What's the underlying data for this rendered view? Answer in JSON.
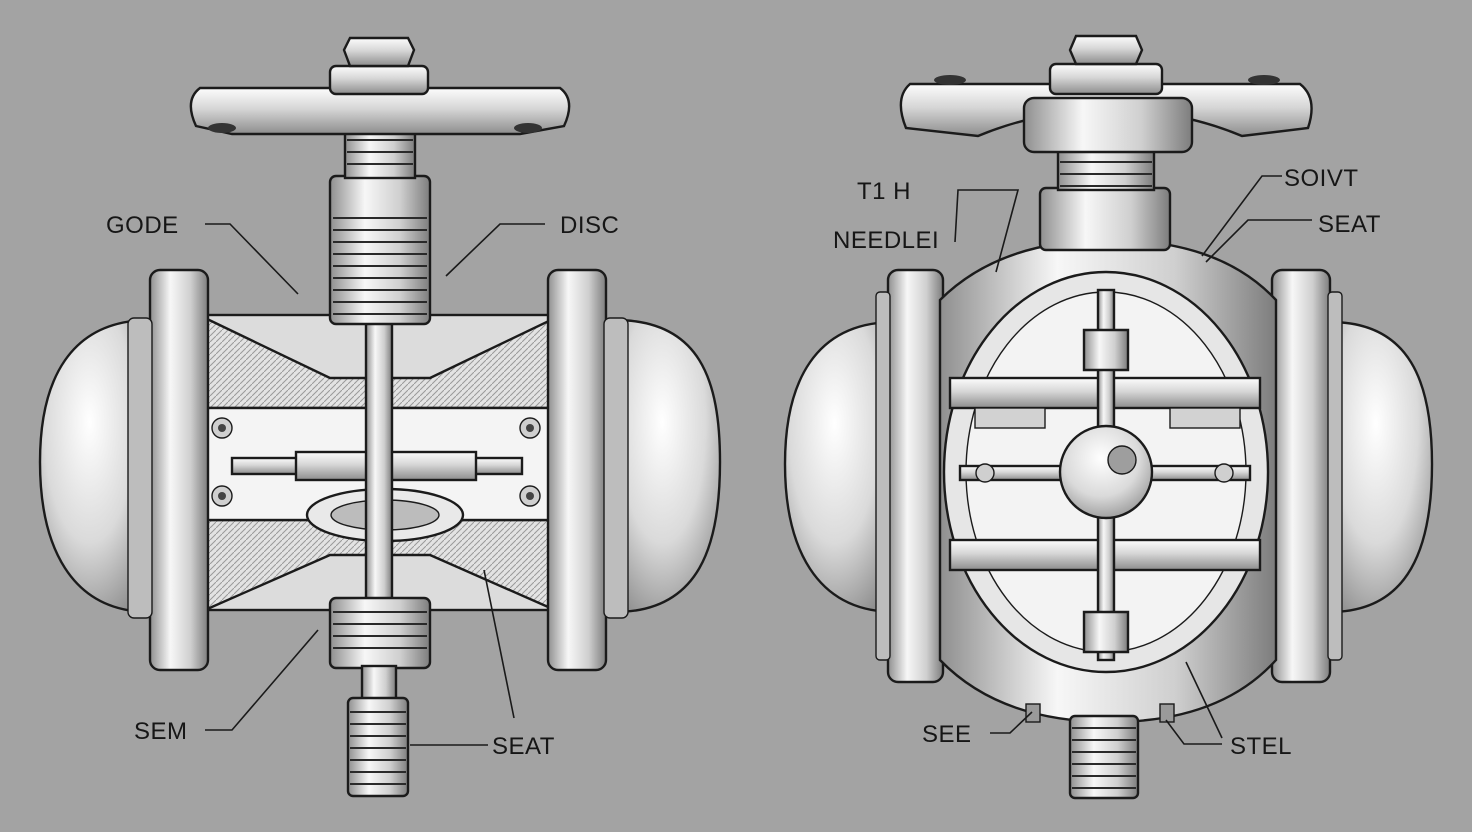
{
  "diagram": {
    "left_valve": {
      "labels": {
        "gode": "GODE",
        "disc": "DISC",
        "sem": "SEM",
        "seat": "SEAT"
      }
    },
    "right_valve": {
      "labels": {
        "th": "Τ1 H",
        "needle": "NEEDLEI",
        "soivt": "SOIVT",
        "seat": "SEAT",
        "see": "SEE",
        "stel": "STEL"
      }
    },
    "colors": {
      "background": "#a3a3a3",
      "metal_light": "#f2f2f2",
      "metal_mid": "#c9c9c9",
      "metal_dark": "#7a7a7a",
      "outline": "#1b1b1b"
    }
  }
}
